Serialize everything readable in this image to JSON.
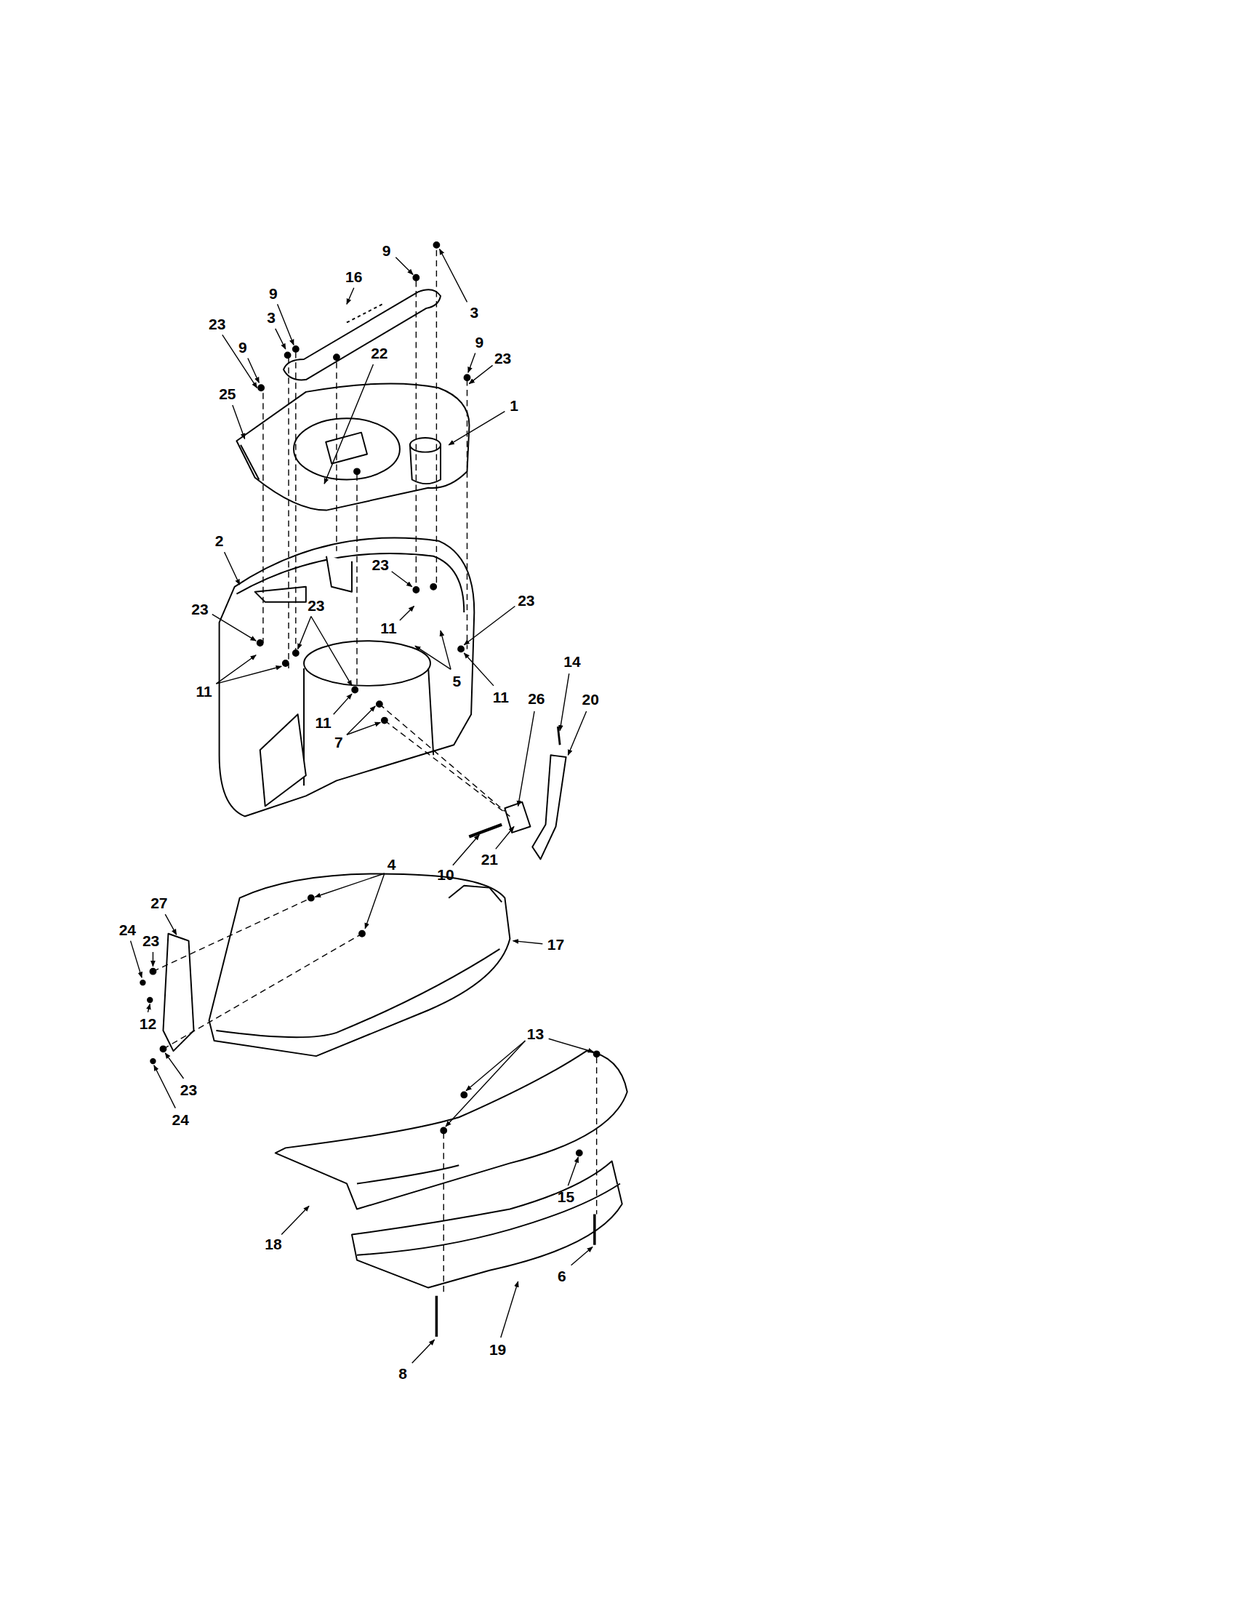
{
  "diagram": {
    "labels": [
      "9",
      "16",
      "9",
      "3",
      "3",
      "23",
      "9",
      "22",
      "9",
      "23",
      "25",
      "1",
      "2",
      "23",
      "23",
      "23",
      "23",
      "11",
      "11",
      "11",
      "5",
      "11",
      "14",
      "26",
      "20",
      "7",
      "10",
      "21",
      "4",
      "27",
      "17",
      "24",
      "23",
      "13",
      "12",
      "23",
      "24",
      "15",
      "18",
      "6",
      "19",
      "8"
    ]
  }
}
